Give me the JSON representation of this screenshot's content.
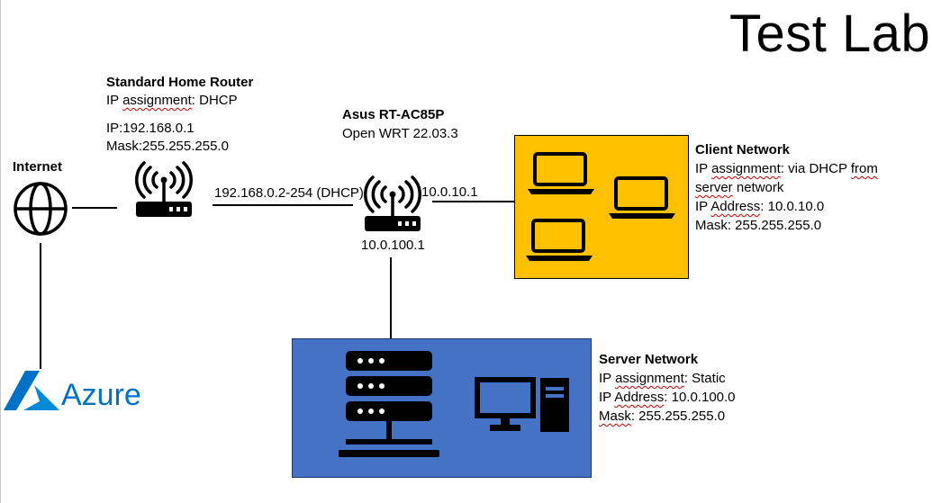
{
  "title": "Test Lab",
  "internet": {
    "label": "Internet",
    "icon": "globe-icon"
  },
  "home_router": {
    "name": "Standard Home Router",
    "assignment_prefix": "IP",
    "assignment_word": "assignment",
    "assignment_value": ": DHCP",
    "ip": "IP:192.168.0.1",
    "mask": "Mask:255.255.255.0",
    "icon": "router-icon"
  },
  "link_home_asus": "192.168.0.2-254 (DHCP)",
  "asus_router": {
    "name": "Asus RT-AC85P",
    "firmware": "Open WRT 22.03.3",
    "client_port_ip": "10.0.10.1",
    "server_port_ip": "10.0.100.1",
    "icon": "router-icon"
  },
  "client_network": {
    "name": "Client Network",
    "assignment_prefix": "IP",
    "assignment_word": "assignment",
    "assignment_mid": ": via DHCP ",
    "assignment_from": "from",
    "assignment_line2_word": "server",
    "assignment_line2_rest": " network",
    "address_prefix": "IP",
    "address_word": "Address",
    "address_value": ": 10.0.10.0",
    "mask": "Mask: 255.255.255.0",
    "color": "#ffc000"
  },
  "server_network": {
    "name": "Server Network",
    "assignment_prefix": "IP",
    "assignment_word": "assignment",
    "assignment_value": ": Static",
    "address_prefix": "IP",
    "address_word": "Address",
    "address_value": ": 10.0.100.0",
    "mask_word": "Mask",
    "mask_value": ": 255.255.255.0",
    "color": "#4472c4"
  },
  "azure": {
    "label": "Azure",
    "color": "#0072c6"
  }
}
